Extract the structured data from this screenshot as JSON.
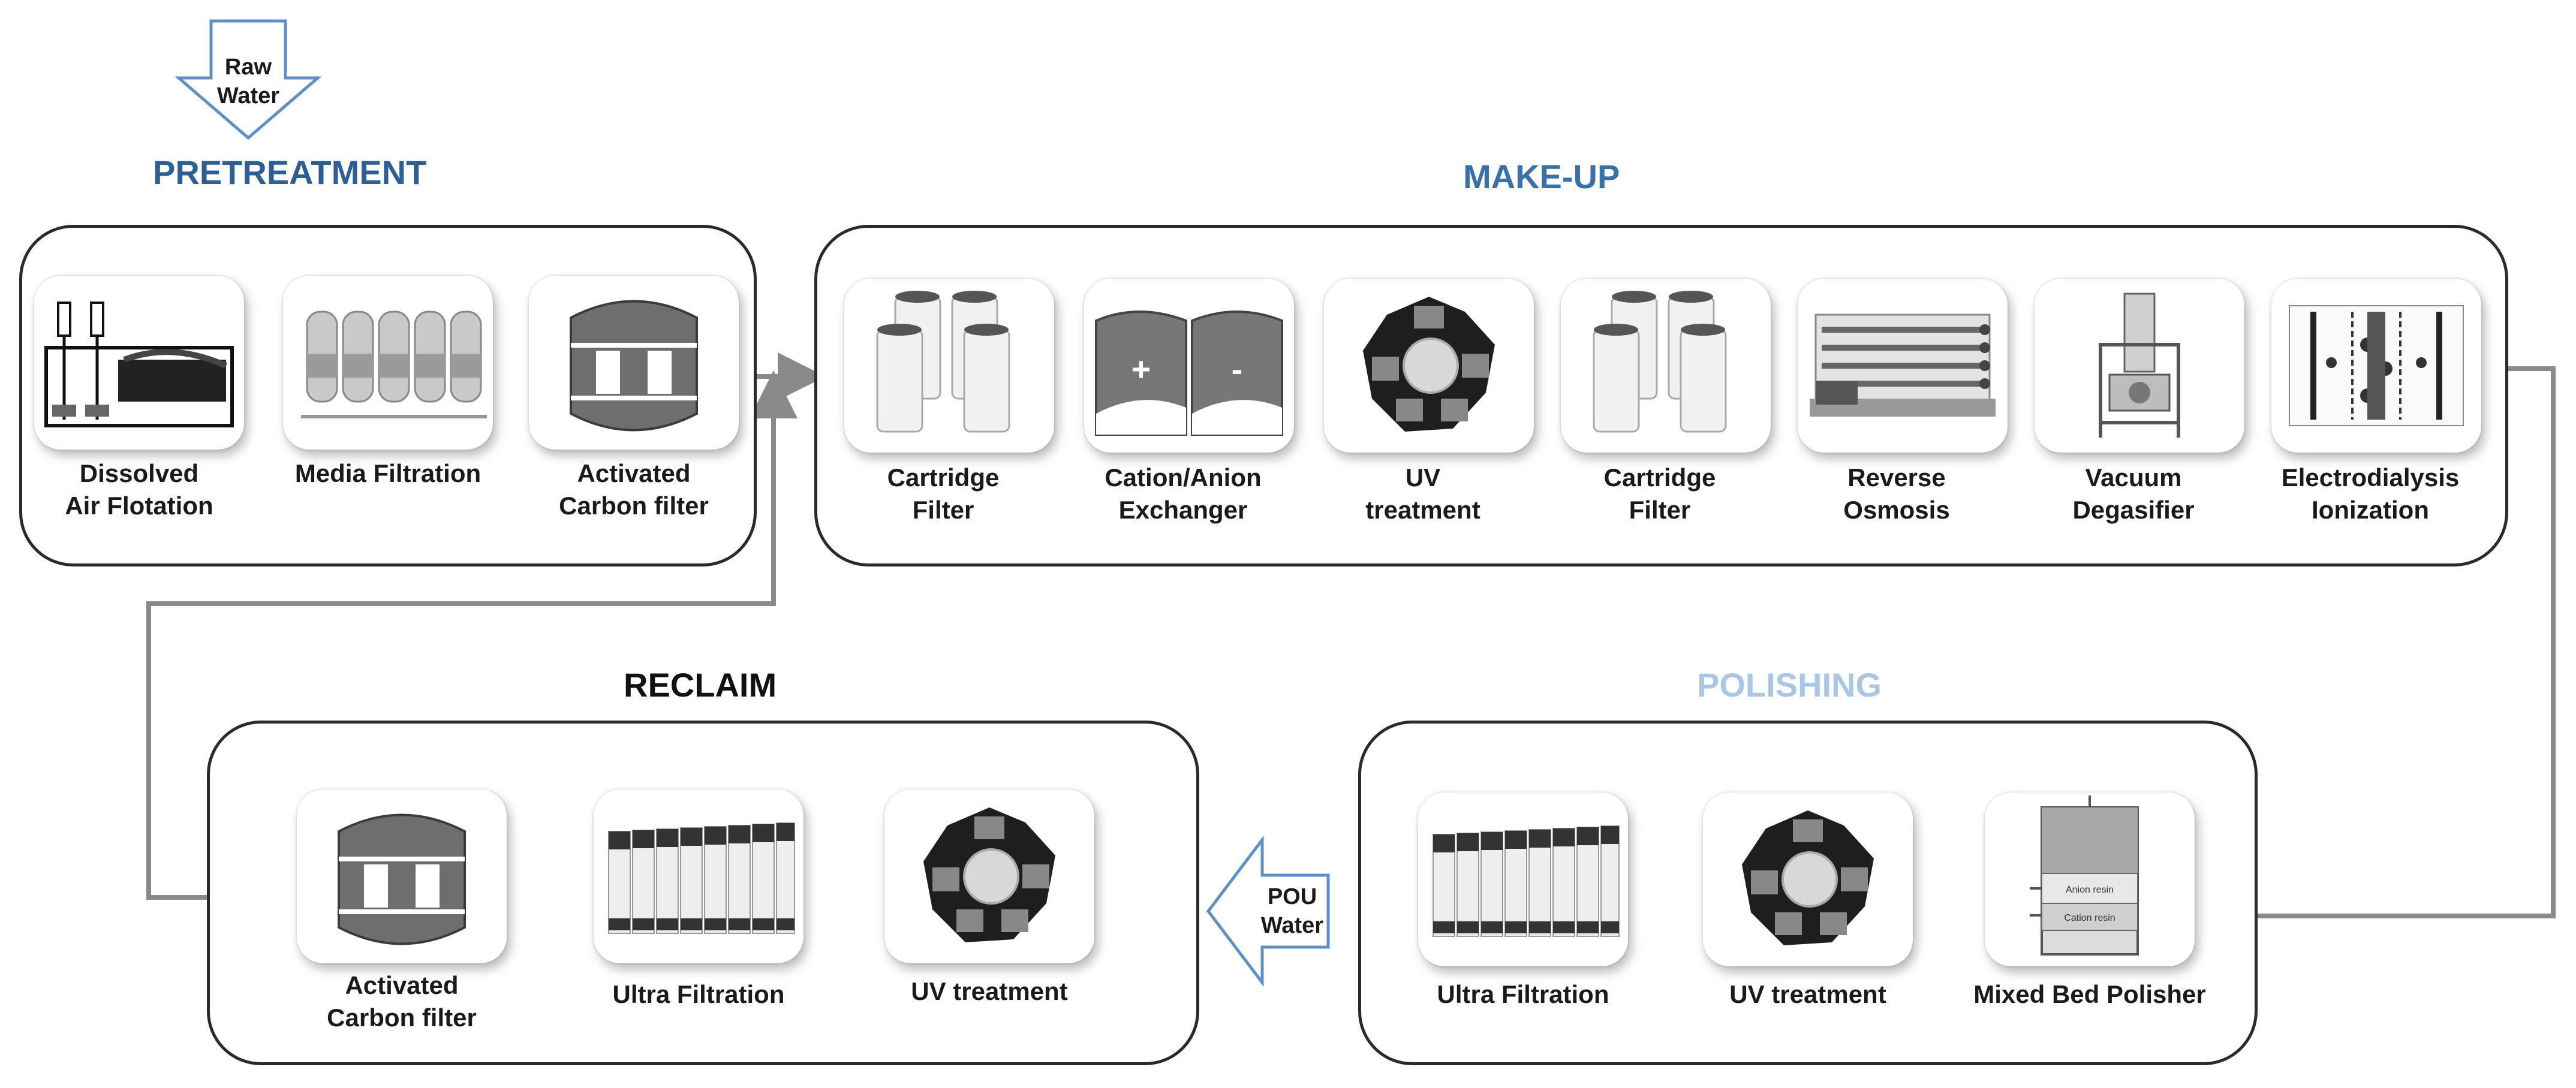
{
  "inputs": {
    "raw_water": "Raw\nWater",
    "pou_water": "POU\nWater"
  },
  "colors": {
    "pretreatment": "#2e5f94",
    "makeup": "#3a70a8",
    "polishing": "#a9c6e4",
    "reclaim": "#111111",
    "arrow_outline": "#5f8fc4",
    "flow_line": "#8a8a8a"
  },
  "stages": {
    "pretreatment": {
      "title": "PRETREATMENT",
      "items": [
        {
          "label": "Dissolved\nAir Flotation",
          "icon": "dissolved-air-flotation-icon"
        },
        {
          "label": "Media Filtration",
          "icon": "media-filtration-icon"
        },
        {
          "label": "Activated\nCarbon filter",
          "icon": "activated-carbon-icon"
        }
      ]
    },
    "makeup": {
      "title": "MAKE-UP",
      "items": [
        {
          "label": "Cartridge\nFilter",
          "icon": "cartridge-filter-icon"
        },
        {
          "label": "Cation/Anion\nExchanger",
          "icon": "ion-exchanger-icon"
        },
        {
          "label": "UV\ntreatment",
          "icon": "uv-lamp-icon"
        },
        {
          "label": "Cartridge\nFilter",
          "icon": "cartridge-filter-icon"
        },
        {
          "label": "Reverse\nOsmosis",
          "icon": "reverse-osmosis-icon"
        },
        {
          "label": "Vacuum\nDegasifier",
          "icon": "vacuum-degasifier-icon"
        },
        {
          "label": "Electrodialysis\nIonization",
          "icon": "electrodialysis-icon"
        }
      ]
    },
    "polishing": {
      "title": "POLISHING",
      "items": [
        {
          "label": "Ultra Filtration",
          "icon": "ultra-filtration-icon"
        },
        {
          "label": "UV treatment",
          "icon": "uv-lamp-icon"
        },
        {
          "label": "Mixed Bed Polisher",
          "icon": "mixed-bed-polisher-icon"
        }
      ]
    },
    "reclaim": {
      "title": "RECLAIM",
      "items": [
        {
          "label": "Activated\nCarbon filter",
          "icon": "activated-carbon-icon"
        },
        {
          "label": "Ultra Filtration",
          "icon": "ultra-filtration-icon"
        },
        {
          "label": "UV treatment",
          "icon": "uv-lamp-icon"
        }
      ]
    }
  },
  "mixed_bed_layers": [
    "Anion resin",
    "Cation resin"
  ]
}
